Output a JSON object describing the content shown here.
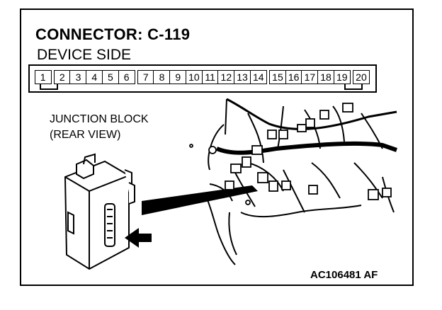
{
  "title": "CONNECTOR: C-119",
  "subtitle": "DEVICE SIDE",
  "connector": {
    "pins": [
      "1",
      "2",
      "3",
      "4",
      "5",
      "6",
      "7",
      "8",
      "9",
      "10",
      "11",
      "12",
      "13",
      "14",
      "15",
      "16",
      "17",
      "18",
      "19",
      "20"
    ]
  },
  "junction_block": {
    "line1": "JUNCTION BLOCK",
    "line2": "(REAR VIEW)"
  },
  "figure_code": "AC106481 AF"
}
